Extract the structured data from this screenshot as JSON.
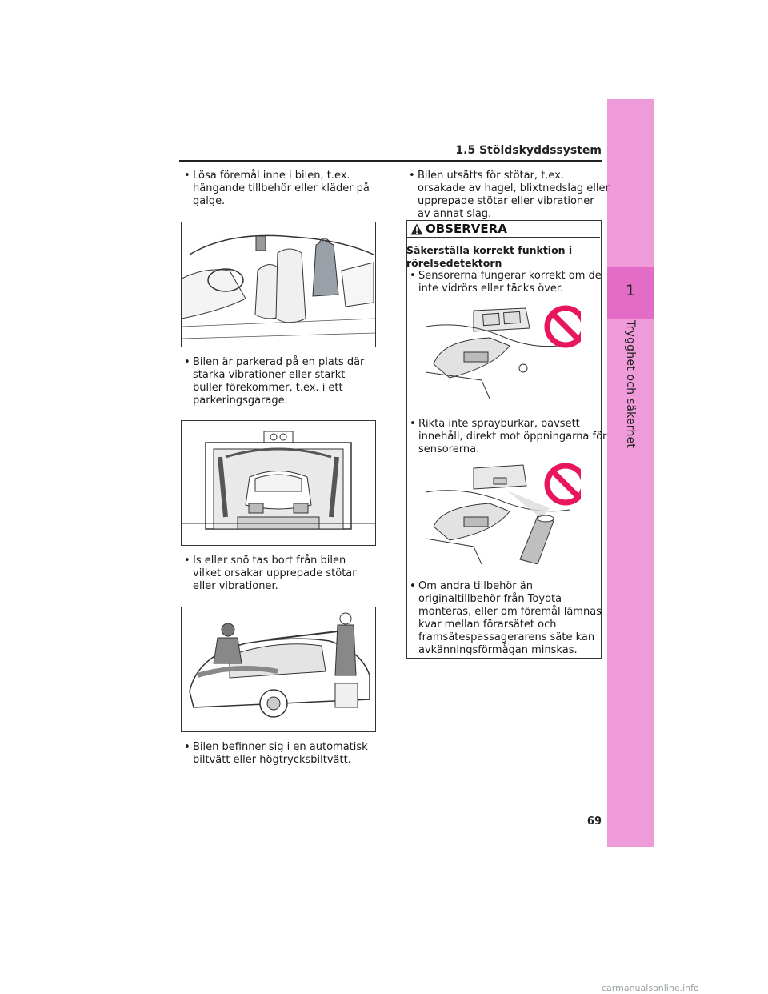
{
  "header": {
    "section": "1.5 Stöldskyddssystem"
  },
  "sidebar": {
    "chapter_number": "1",
    "chapter_title": "Trygghet och säkerhet"
  },
  "left_column": {
    "bullets": [
      "Lösa föremål inne i bilen, t.ex. hängande tillbehör eller kläder på galge.",
      "Bilen är parkerad på en plats där starka vibrationer eller starkt buller förekommer, t.ex. i ett parkeringsgarage.",
      "Is eller snö tas bort från bilen vilket orsakar upprepade stötar eller vibrationer.",
      "Bilen befinner sig i en automatisk biltvätt eller högtrycksbiltvätt."
    ]
  },
  "right_column": {
    "bullets": [
      "Bilen utsätts för stötar, t.ex. orsakade av hagel, blixtnedslag eller upprepade stötar eller vibrationer av annat slag."
    ]
  },
  "notice": {
    "title": "OBSERVERA",
    "subtitle": "Säkerställa korrekt funktion i rörelsedetektorn",
    "bullets": [
      "Sensorerna fungerar korrekt om de inte vidrörs eller täcks över.",
      "Rikta inte sprayburkar, oavsett innehåll, direkt mot öppningarna för sensorerna.",
      "Om andra tillbehör än originaltillbehör från Toyota monteras, eller om föremål lämnas kvar mellan förarsätet och framsätespassagerarens säte kan avkänningsförmågan minskas."
    ]
  },
  "page_number": "69",
  "watermark": "carmanualsonline.info",
  "colors": {
    "tab_pink": "#f09bd9",
    "tab_magenta": "#e36dc6",
    "prohibit_red": "#e8175d"
  },
  "icons": [
    "warning-triangle-icon",
    "prohibition-icon"
  ]
}
